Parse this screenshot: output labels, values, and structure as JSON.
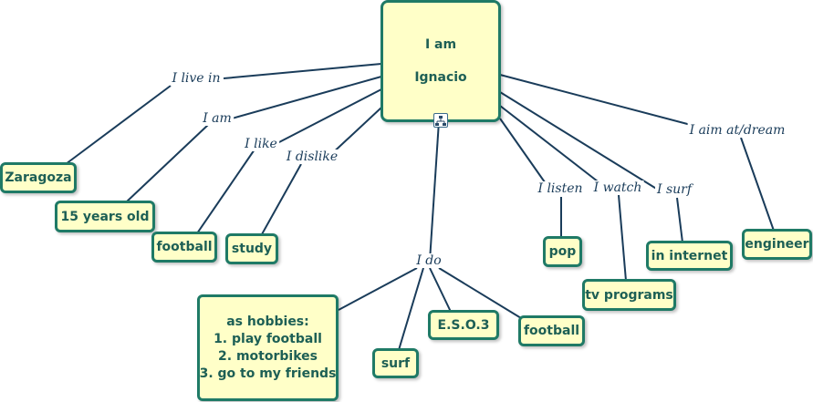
{
  "root": {
    "line1": "I am",
    "line2": "Ignacio"
  },
  "nodes": {
    "zaragoza": "Zaragoza",
    "age": "15 years old",
    "like_football": "football",
    "study": "study",
    "hobbies": {
      "title": "as hobbies:",
      "items": [
        "1. play football",
        "2. motorbikes",
        "3. go to my friends"
      ]
    },
    "surf": "surf",
    "eso": "E.S.O.3",
    "do_football": "football",
    "pop": "pop",
    "tv": "tv programs",
    "internet": "in internet",
    "engineer": "engineer"
  },
  "links": {
    "live_in": "I live in",
    "am": "I am",
    "like": "I like",
    "dislike": "I dislike",
    "do": "I do",
    "listen": "I listen",
    "watch": "I watch",
    "surf": "I surf",
    "aim": "I aim at/dream"
  },
  "colors": {
    "node_fill": "#ffffc8",
    "node_border": "#1f7a66",
    "node_text": "#1d5f55",
    "link_line": "#1a3c5a",
    "link_text": "#1a3c5a"
  },
  "icons": {
    "expand": "hierarchy-icon"
  }
}
